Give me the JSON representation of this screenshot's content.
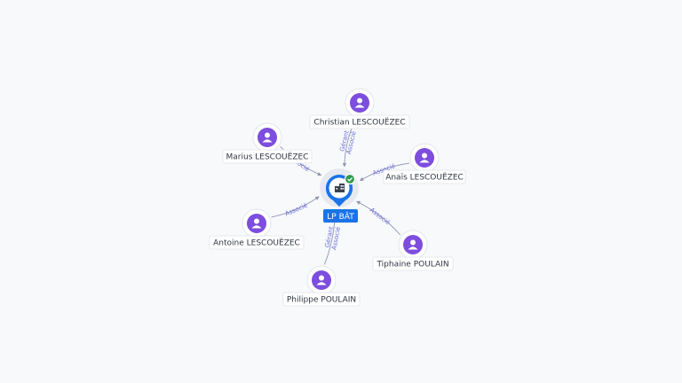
{
  "company": {
    "name": "LP BÂT",
    "icon": "building-icon",
    "status_icon": "check-badge-icon",
    "status_color": "#2e9b4f",
    "brand_color": "#1a73e8"
  },
  "persons": [
    {
      "id": "christian",
      "name": "Christian LESCOUËZEC",
      "roles": [
        "Gérant",
        "Associé"
      ]
    },
    {
      "id": "marius",
      "name": "Marius LESCOUËZEC",
      "roles": [
        "Associé"
      ]
    },
    {
      "id": "anais",
      "name": "Anaïs LESCOUËZEC",
      "roles": [
        "Associé"
      ]
    },
    {
      "id": "antoine",
      "name": "Antoine LESCOUËZEC",
      "roles": [
        "Associé"
      ]
    },
    {
      "id": "tiphaine",
      "name": "Tiphaine POULAIN",
      "roles": [
        "Associé"
      ]
    },
    {
      "id": "philippe",
      "name": "Philippe POULAIN",
      "roles": [
        "Gérant",
        "Associé"
      ]
    }
  ],
  "colors": {
    "person_accent": "#7c4dde",
    "edge": "#8f94b3",
    "edge_label": "#6b6fd6"
  }
}
